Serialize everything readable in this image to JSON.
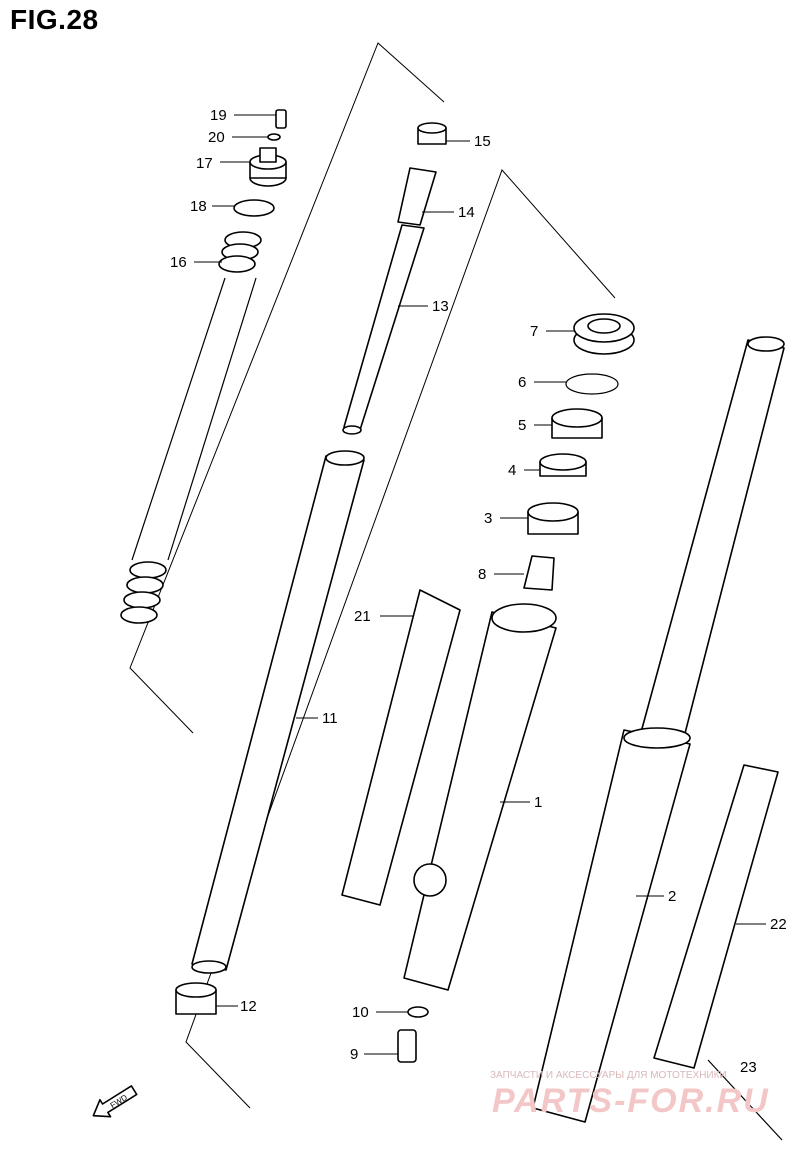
{
  "figure": {
    "title": "FIG.28"
  },
  "callouts": [
    "1",
    "2",
    "3",
    "4",
    "5",
    "6",
    "7",
    "8",
    "9",
    "10",
    "11",
    "12",
    "13",
    "14",
    "15",
    "16",
    "17",
    "18",
    "19",
    "20",
    "21",
    "22",
    "23"
  ],
  "fwd_label": "FWD",
  "watermark": {
    "line1": "ЗАПЧАСТИ И АКСЕССУАРЫ ДЛЯ МОТОТЕХНИКИ",
    "line2": "PARTS-FOR.RU"
  },
  "colors": {
    "line": "#000000",
    "watermark": "#f3c7c7"
  }
}
